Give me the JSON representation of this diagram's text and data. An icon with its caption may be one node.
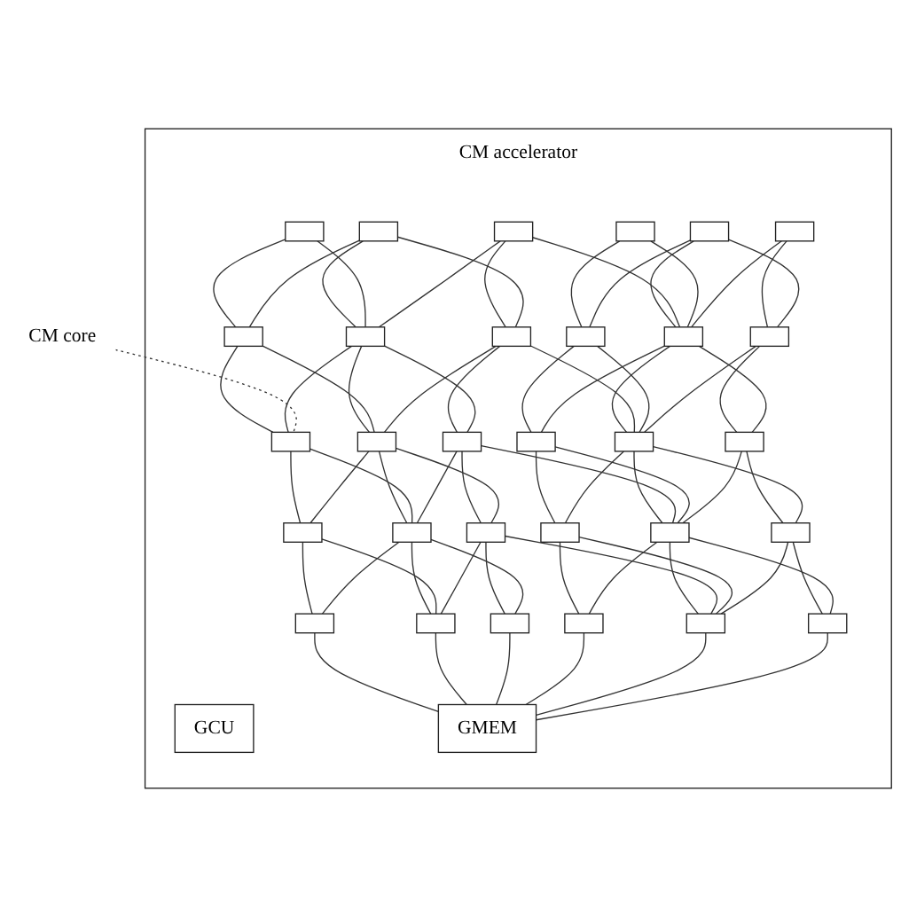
{
  "diagram": {
    "nodes": [
      {
        "text": [
          "CM accelerator"
        ]
      },
      {
        "text": [],
        "shape": "box",
        "in": 0
      },
      {
        "text": [],
        "shape": "box",
        "in": 0
      },
      {
        "text": [],
        "shape": "box",
        "in": 0
      },
      {
        "text": [],
        "shape": "box",
        "in": 0
      },
      {
        "text": [],
        "shape": "box",
        "in": 0
      },
      {
        "text": [],
        "shape": "box",
        "in": 0
      },
      {
        "text": [],
        "shape": "box",
        "in": 0
      },
      {
        "text": [],
        "shape": "box",
        "in": 0
      },
      {
        "text": [],
        "shape": "box",
        "in": 0
      },
      {
        "text": [],
        "shape": "box",
        "in": 0
      },
      {
        "text": [],
        "shape": "box",
        "in": 0
      },
      {
        "text": [],
        "shape": "box",
        "in": 0
      },
      {
        "text": [],
        "shape": "box",
        "in": 0
      },
      {
        "text": [],
        "shape": "box",
        "in": 0
      },
      {
        "text": [],
        "shape": "box",
        "in": 0
      },
      {
        "text": [],
        "shape": "box",
        "in": 0
      },
      {
        "text": [],
        "shape": "box",
        "in": 0
      },
      {
        "text": [],
        "shape": "box",
        "in": 0
      },
      {
        "text": [],
        "shape": "box",
        "in": 0
      },
      {
        "text": [],
        "shape": "box",
        "in": 0
      },
      {
        "text": [],
        "shape": "box",
        "in": 0
      },
      {
        "text": [],
        "shape": "box",
        "in": 0
      },
      {
        "text": [],
        "shape": "box",
        "in": 0
      },
      {
        "text": [],
        "shape": "box",
        "in": 0
      },
      {
        "text": [],
        "shape": "box",
        "in": 0
      },
      {
        "text": [],
        "shape": "box",
        "in": 0
      },
      {
        "text": [],
        "shape": "box",
        "in": 0
      },
      {
        "text": [],
        "shape": "box",
        "in": 0
      },
      {
        "text": [],
        "shape": "box",
        "in": 0
      },
      {
        "text": [],
        "shape": "box",
        "in": 0
      },
      {
        "text": [
          "GCU"
        ],
        "in": 0
      },
      {
        "text": [
          "GMEM"
        ],
        "in": 0
      },
      {
        "text": [
          "CM core"
        ]
      }
    ],
    "edges": [
      {
        "from": 1,
        "to": 7,
        "arrow": "none"
      },
      {
        "from": 2,
        "to": 8,
        "arrow": "none"
      },
      {
        "from": 3,
        "to": 9,
        "arrow": "none"
      },
      {
        "from": 4,
        "to": 10,
        "arrow": "none"
      },
      {
        "from": 5,
        "to": 11,
        "arrow": "none"
      },
      {
        "from": 6,
        "to": 12,
        "arrow": "none"
      },
      {
        "from": 1,
        "to": 8,
        "arrow": "none"
      },
      {
        "from": 2,
        "to": 7,
        "arrow": "none"
      },
      {
        "from": 2,
        "to": 9,
        "arrow": "none"
      },
      {
        "from": 3,
        "to": 8,
        "arrow": "none"
      },
      {
        "from": 3,
        "to": 11,
        "arrow": "none"
      },
      {
        "from": 4,
        "to": 11,
        "arrow": "none"
      },
      {
        "from": 5,
        "to": 10,
        "arrow": "none"
      },
      {
        "from": 5,
        "to": 12,
        "arrow": "none"
      },
      {
        "from": 6,
        "to": 11,
        "arrow": "none"
      },
      {
        "from": 7,
        "to": 13,
        "arrow": "none"
      },
      {
        "from": 8,
        "to": 14,
        "arrow": "none"
      },
      {
        "from": 9,
        "to": 15,
        "arrow": "none"
      },
      {
        "from": 10,
        "to": 16,
        "arrow": "none"
      },
      {
        "from": 11,
        "to": 17,
        "arrow": "none"
      },
      {
        "from": 12,
        "to": 18,
        "arrow": "none"
      },
      {
        "from": 7,
        "to": 14,
        "arrow": "none"
      },
      {
        "from": 8,
        "to": 13,
        "arrow": "none"
      },
      {
        "from": 8,
        "to": 15,
        "arrow": "none"
      },
      {
        "from": 9,
        "to": 14,
        "arrow": "none"
      },
      {
        "from": 9,
        "to": 17,
        "arrow": "none"
      },
      {
        "from": 10,
        "to": 17,
        "arrow": "none"
      },
      {
        "from": 11,
        "to": 16,
        "arrow": "none"
      },
      {
        "from": 11,
        "to": 18,
        "arrow": "none"
      },
      {
        "from": 12,
        "to": 17,
        "arrow": "none"
      },
      {
        "from": 13,
        "to": 19,
        "arrow": "none"
      },
      {
        "from": 14,
        "to": 20,
        "arrow": "none"
      },
      {
        "from": 15,
        "to": 21,
        "arrow": "none"
      },
      {
        "from": 16,
        "to": 22,
        "arrow": "none"
      },
      {
        "from": 17,
        "to": 23,
        "arrow": "none"
      },
      {
        "from": 18,
        "to": 24,
        "arrow": "none"
      },
      {
        "from": 13,
        "to": 20,
        "arrow": "none"
      },
      {
        "from": 14,
        "to": 19,
        "arrow": "none"
      },
      {
        "from": 14,
        "to": 21,
        "arrow": "none"
      },
      {
        "from": 15,
        "to": 20,
        "arrow": "none"
      },
      {
        "from": 15,
        "to": 23,
        "arrow": "none"
      },
      {
        "from": 16,
        "to": 23,
        "arrow": "none"
      },
      {
        "from": 17,
        "to": 22,
        "arrow": "none"
      },
      {
        "from": 17,
        "to": 24,
        "arrow": "none"
      },
      {
        "from": 18,
        "to": 23,
        "arrow": "none"
      },
      {
        "from": 19,
        "to": 25,
        "arrow": "none"
      },
      {
        "from": 20,
        "to": 26,
        "arrow": "none"
      },
      {
        "from": 21,
        "to": 27,
        "arrow": "none"
      },
      {
        "from": 22,
        "to": 28,
        "arrow": "none"
      },
      {
        "from": 23,
        "to": 29,
        "arrow": "none"
      },
      {
        "from": 24,
        "to": 30,
        "arrow": "none"
      },
      {
        "from": 19,
        "to": 26,
        "arrow": "none"
      },
      {
        "from": 20,
        "to": 25,
        "arrow": "none"
      },
      {
        "from": 20,
        "to": 27,
        "arrow": "none"
      },
      {
        "from": 21,
        "to": 26,
        "arrow": "none"
      },
      {
        "from": 21,
        "to": 29,
        "arrow": "none"
      },
      {
        "from": 22,
        "to": 29,
        "arrow": "none"
      },
      {
        "from": 23,
        "to": 28,
        "arrow": "none"
      },
      {
        "from": 23,
        "to": 30,
        "arrow": "none"
      },
      {
        "from": 24,
        "to": 29,
        "arrow": "none"
      },
      {
        "from": 25,
        "to": 32,
        "arrow": "none"
      },
      {
        "from": 26,
        "to": 32,
        "arrow": "none"
      },
      {
        "from": 27,
        "to": 32,
        "arrow": "none"
      },
      {
        "from": 28,
        "to": 32,
        "arrow": "none"
      },
      {
        "from": 29,
        "to": 32,
        "arrow": "none"
      },
      {
        "from": 30,
        "to": 32,
        "arrow": "none"
      },
      {
        "from": 33,
        "to": 13,
        "arrow": "none",
        "style": "dashed"
      }
    ]
  }
}
